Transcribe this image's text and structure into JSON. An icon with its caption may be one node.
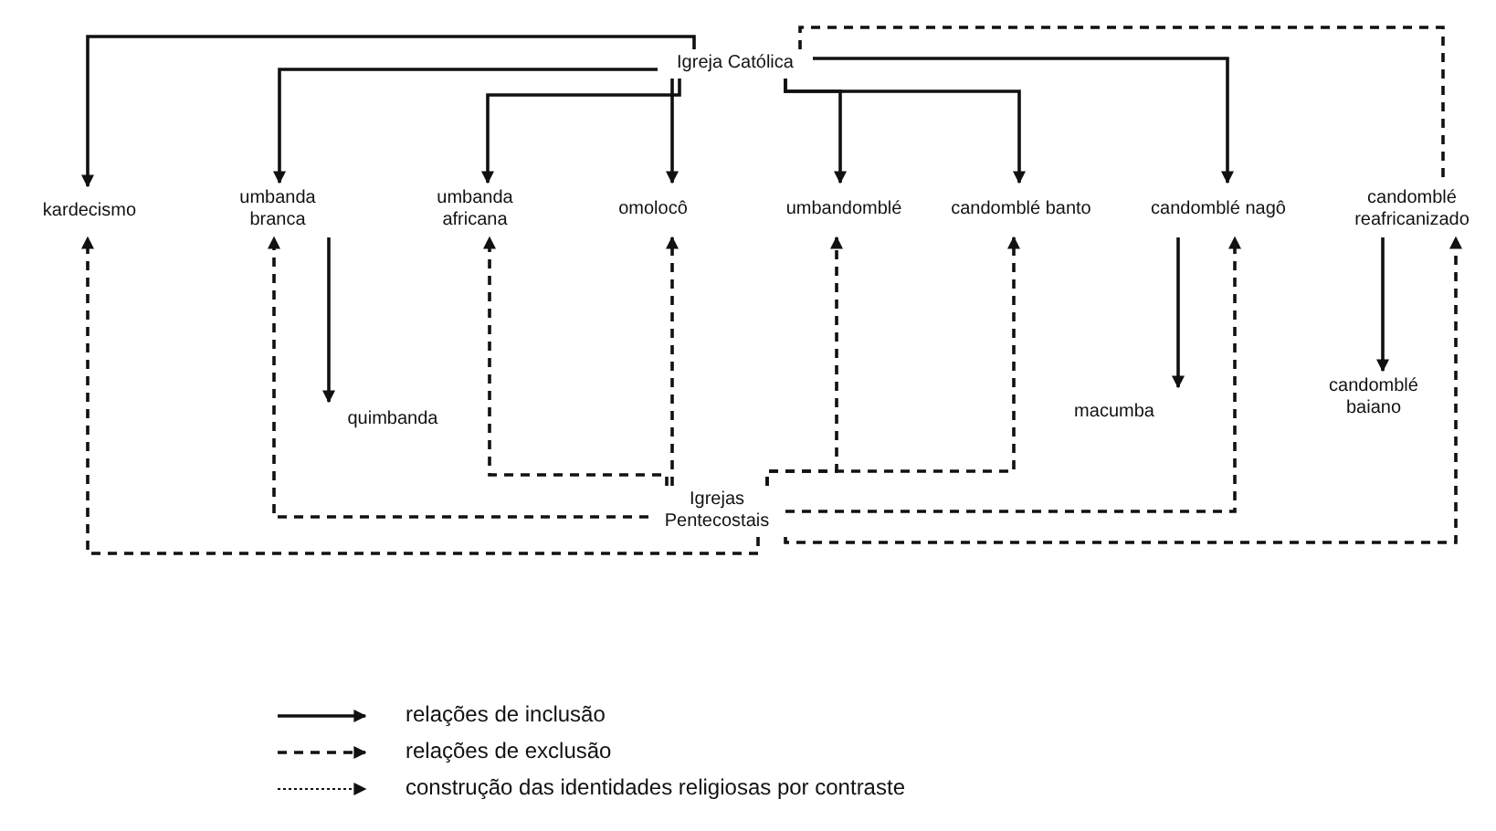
{
  "diagram": {
    "nodes": [
      {
        "text": [
          "Igreja Católica"
        ]
      },
      {
        "text": [
          "kardecismo"
        ]
      },
      {
        "text": [
          "umbanda branca"
        ]
      },
      {
        "text": [
          "umbanda africana"
        ]
      },
      {
        "text": [
          "omolocô"
        ]
      },
      {
        "text": [
          "umbandomblé"
        ]
      },
      {
        "text": [
          "candomblé banto"
        ]
      },
      {
        "text": [
          "candomblé nagô"
        ]
      },
      {
        "text": [
          "candomblé reafricanizado"
        ]
      },
      {
        "text": [
          "quimbanda"
        ]
      },
      {
        "text": [
          "macumba"
        ]
      },
      {
        "text": [
          "candomblé baiano"
        ]
      },
      {
        "text": [
          "Igrejas Pentecostais"
        ]
      }
    ],
    "edges": [
      {
        "from": 0,
        "to": 1,
        "arrow": "to"
      },
      {
        "from": 0,
        "to": 2,
        "arrow": "to"
      },
      {
        "from": 0,
        "to": 3,
        "arrow": "to"
      },
      {
        "from": 0,
        "to": 4,
        "arrow": "to"
      },
      {
        "from": 0,
        "to": 5,
        "arrow": "to"
      },
      {
        "from": 0,
        "to": 6,
        "arrow": "to"
      },
      {
        "from": 0,
        "to": 7,
        "arrow": "to"
      },
      {
        "from": 0,
        "to": 8,
        "arrow": "none",
        "style": "dashed"
      },
      {
        "from": 12,
        "to": 1,
        "arrow": "to",
        "style": "dashed"
      },
      {
        "from": 12,
        "to": 2,
        "arrow": "to",
        "style": "dashed"
      },
      {
        "from": 12,
        "to": 3,
        "arrow": "to",
        "style": "dashed"
      },
      {
        "from": 12,
        "to": 4,
        "arrow": "to",
        "style": "dashed"
      },
      {
        "from": 12,
        "to": 5,
        "arrow": "to",
        "style": "dashed"
      },
      {
        "from": 12,
        "to": 6,
        "arrow": "to",
        "style": "dashed"
      },
      {
        "from": 12,
        "to": 7,
        "arrow": "to",
        "style": "dashed"
      },
      {
        "from": 12,
        "to": 8,
        "arrow": "to",
        "style": "dashed"
      },
      {
        "from": 2,
        "to": 9,
        "arrow": "to"
      },
      {
        "from": 7,
        "to": 10,
        "arrow": "to"
      },
      {
        "from": 8,
        "to": 11,
        "arrow": "to"
      }
    ],
    "legend": [
      {
        "text": "relações de inclusão"
      },
      {
        "text": "relações de exclusão"
      },
      {
        "text": "construção das identidades religiosas por contraste"
      }
    ]
  }
}
